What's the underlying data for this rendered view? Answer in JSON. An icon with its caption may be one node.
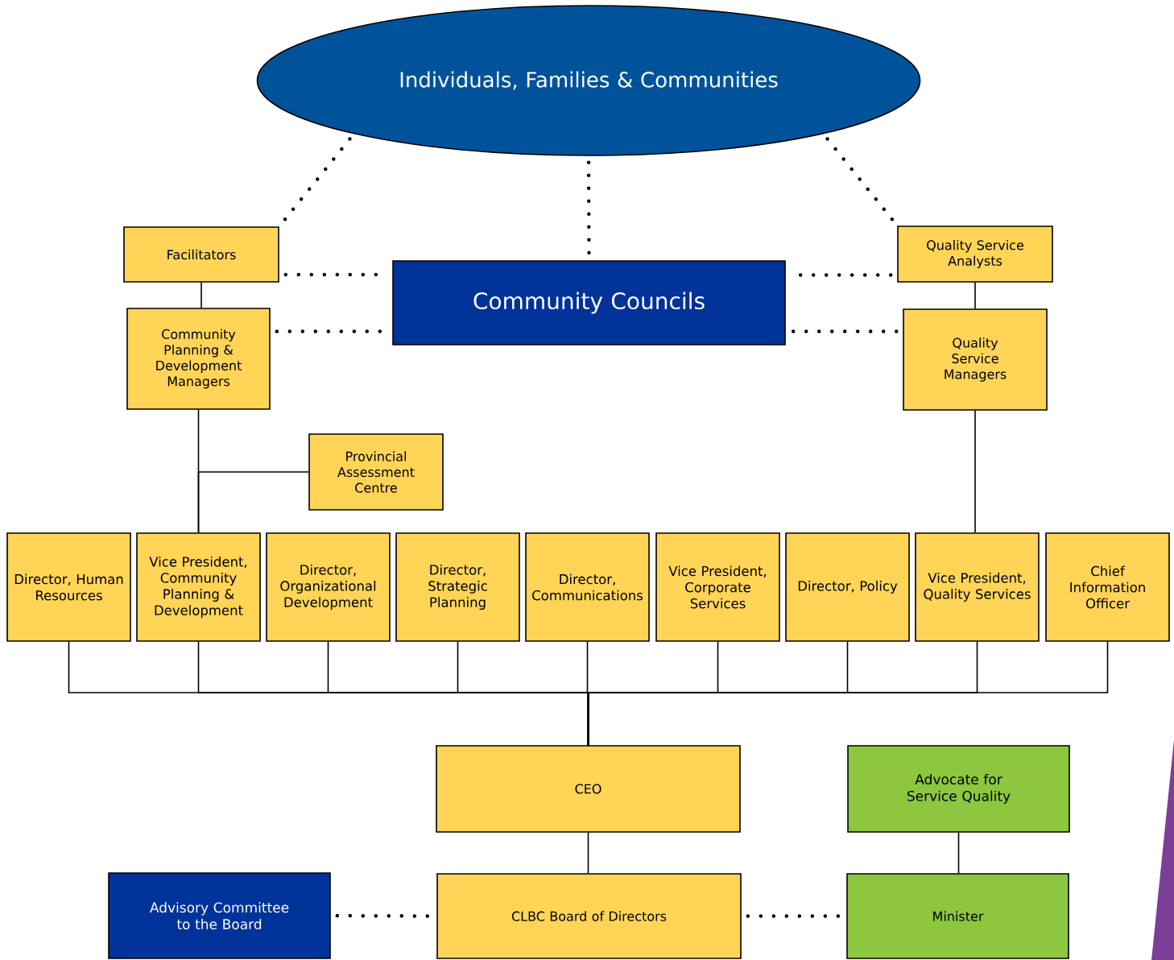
{
  "diagram": {
    "nodes": [
      {
        "text": [
          "Individuals, Families & Communities"
        ]
      },
      {
        "text": [
          "Facilitators"
        ]
      },
      {
        "text": [
          "Community Councils"
        ]
      },
      {
        "text": [
          "Quality Service Analysts"
        ]
      },
      {
        "text": [
          "Community Planning & Development Managers"
        ]
      },
      {
        "text": [
          "Quality Service Managers"
        ]
      },
      {
        "text": [
          "Provincial Assessment Centre"
        ]
      },
      {
        "text": [
          "Director, Human Resources"
        ]
      },
      {
        "text": [
          "Vice President, Community Planning & Development"
        ]
      },
      {
        "text": [
          "Director, Organizational Development"
        ]
      },
      {
        "text": [
          "Director, Strategic Planning"
        ]
      },
      {
        "text": [
          "Director, Communications"
        ]
      },
      {
        "text": [
          "Vice President, Corporate Services"
        ]
      },
      {
        "text": [
          "Director, Policy"
        ]
      },
      {
        "text": [
          "Vice President, Quality Services"
        ]
      },
      {
        "text": [
          "Chief Information Officer"
        ]
      },
      {
        "text": [
          "CEO"
        ]
      },
      {
        "text": [
          "Advocate for Service Quality"
        ]
      },
      {
        "text": [
          "Advisory Committee to the Board"
        ]
      },
      {
        "text": [
          "CLBC Board of Directors"
        ]
      },
      {
        "text": [
          "Minister"
        ]
      }
    ],
    "edges": [
      {
        "from": 0,
        "to": 1,
        "arrow": "none",
        "style": "dashed"
      },
      {
        "from": 0,
        "to": 2,
        "arrow": "none",
        "style": "dashed"
      },
      {
        "from": 0,
        "to": 3,
        "arrow": "none",
        "style": "dashed"
      },
      {
        "from": 1,
        "to": 2,
        "arrow": "none",
        "style": "dashed"
      },
      {
        "from": 4,
        "to": 2,
        "arrow": "none",
        "style": "dashed"
      },
      {
        "from": 3,
        "to": 2,
        "arrow": "none",
        "style": "dashed"
      },
      {
        "from": 5,
        "to": 2,
        "arrow": "none",
        "style": "dashed"
      },
      {
        "from": 1,
        "to": 4,
        "arrow": "none"
      },
      {
        "from": 4,
        "to": 8,
        "arrow": "none"
      },
      {
        "from": 6,
        "to": 8,
        "arrow": "none"
      },
      {
        "from": 3,
        "to": 5,
        "arrow": "none"
      },
      {
        "from": 5,
        "to": 14,
        "arrow": "none"
      },
      {
        "from": 16,
        "to": 7,
        "arrow": "none"
      },
      {
        "from": 16,
        "to": 8,
        "arrow": "none"
      },
      {
        "from": 16,
        "to": 9,
        "arrow": "none"
      },
      {
        "from": 16,
        "to": 10,
        "arrow": "none"
      },
      {
        "from": 16,
        "to": 11,
        "arrow": "none"
      },
      {
        "from": 16,
        "to": 12,
        "arrow": "none"
      },
      {
        "from": 16,
        "to": 13,
        "arrow": "none"
      },
      {
        "from": 16,
        "to": 14,
        "arrow": "none"
      },
      {
        "from": 16,
        "to": 15,
        "arrow": "none"
      },
      {
        "from": 16,
        "to": 19,
        "arrow": "none"
      },
      {
        "from": 17,
        "to": 20,
        "arrow": "none"
      },
      {
        "from": 18,
        "to": 19,
        "arrow": "none",
        "style": "dashed"
      },
      {
        "from": 19,
        "to": 20,
        "arrow": "none",
        "style": "dashed"
      }
    ]
  }
}
